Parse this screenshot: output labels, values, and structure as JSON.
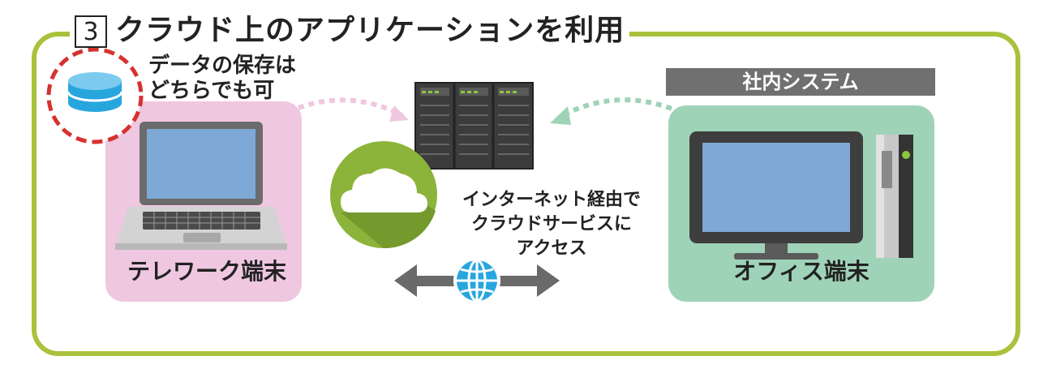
{
  "title": {
    "number": "3",
    "text": "クラウド上のアプリケーションを利用"
  },
  "storage_note": "データの保存は\nどちらでも可",
  "telework": {
    "label": "テレワーク端末"
  },
  "office": {
    "label": "オフィス端末",
    "system_label": "社内システム"
  },
  "access_note": "インターネット経由で\nクラウドサービスに\nアクセス",
  "colors": {
    "frame": "#a9c23c",
    "telework_bg": "#efc7e0",
    "office_bg": "#9fd3b8",
    "cloud": "#8cb43a",
    "database": "#27a6de",
    "database_ring": "#d6322f",
    "arrow": "#6a6a6a",
    "globe": "#27a6de"
  },
  "icons": [
    "database-icon",
    "laptop-icon",
    "server-rack-icon",
    "cloud-icon",
    "globe-icon",
    "desktop-monitor-icon",
    "pc-tower-icon"
  ]
}
